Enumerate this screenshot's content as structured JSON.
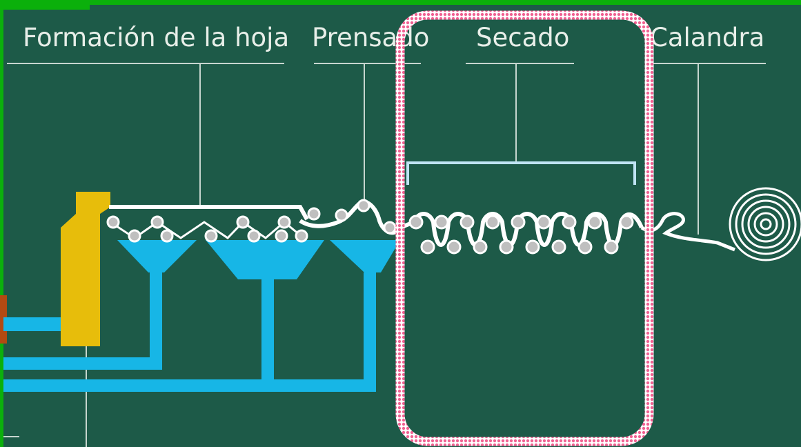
{
  "stages": [
    {
      "id": "formacion",
      "label": "Formación de la hoja"
    },
    {
      "id": "prensado",
      "label": "Prensado"
    },
    {
      "id": "secado",
      "label": "Secado"
    },
    {
      "id": "calandra",
      "label": "Calandra"
    }
  ],
  "highlight": {
    "stage": "secado"
  },
  "colors": {
    "background": "#1d5a48",
    "frame_border": "#0bb00b",
    "water_pipes": "#17b6e6",
    "headbox": "#e7bd0b",
    "paper_web": "#ffffff",
    "label_text": "#e8efe9",
    "highlight_border": "#f06292",
    "leader_lines": "#c7d6cf",
    "drying_bracket": "#bfe4f4"
  },
  "icons": {
    "headbox": "headbox-icon",
    "roller": "roller-icon",
    "paper_roll": "paper-roll-icon",
    "drain_funnel": "funnel-icon"
  }
}
